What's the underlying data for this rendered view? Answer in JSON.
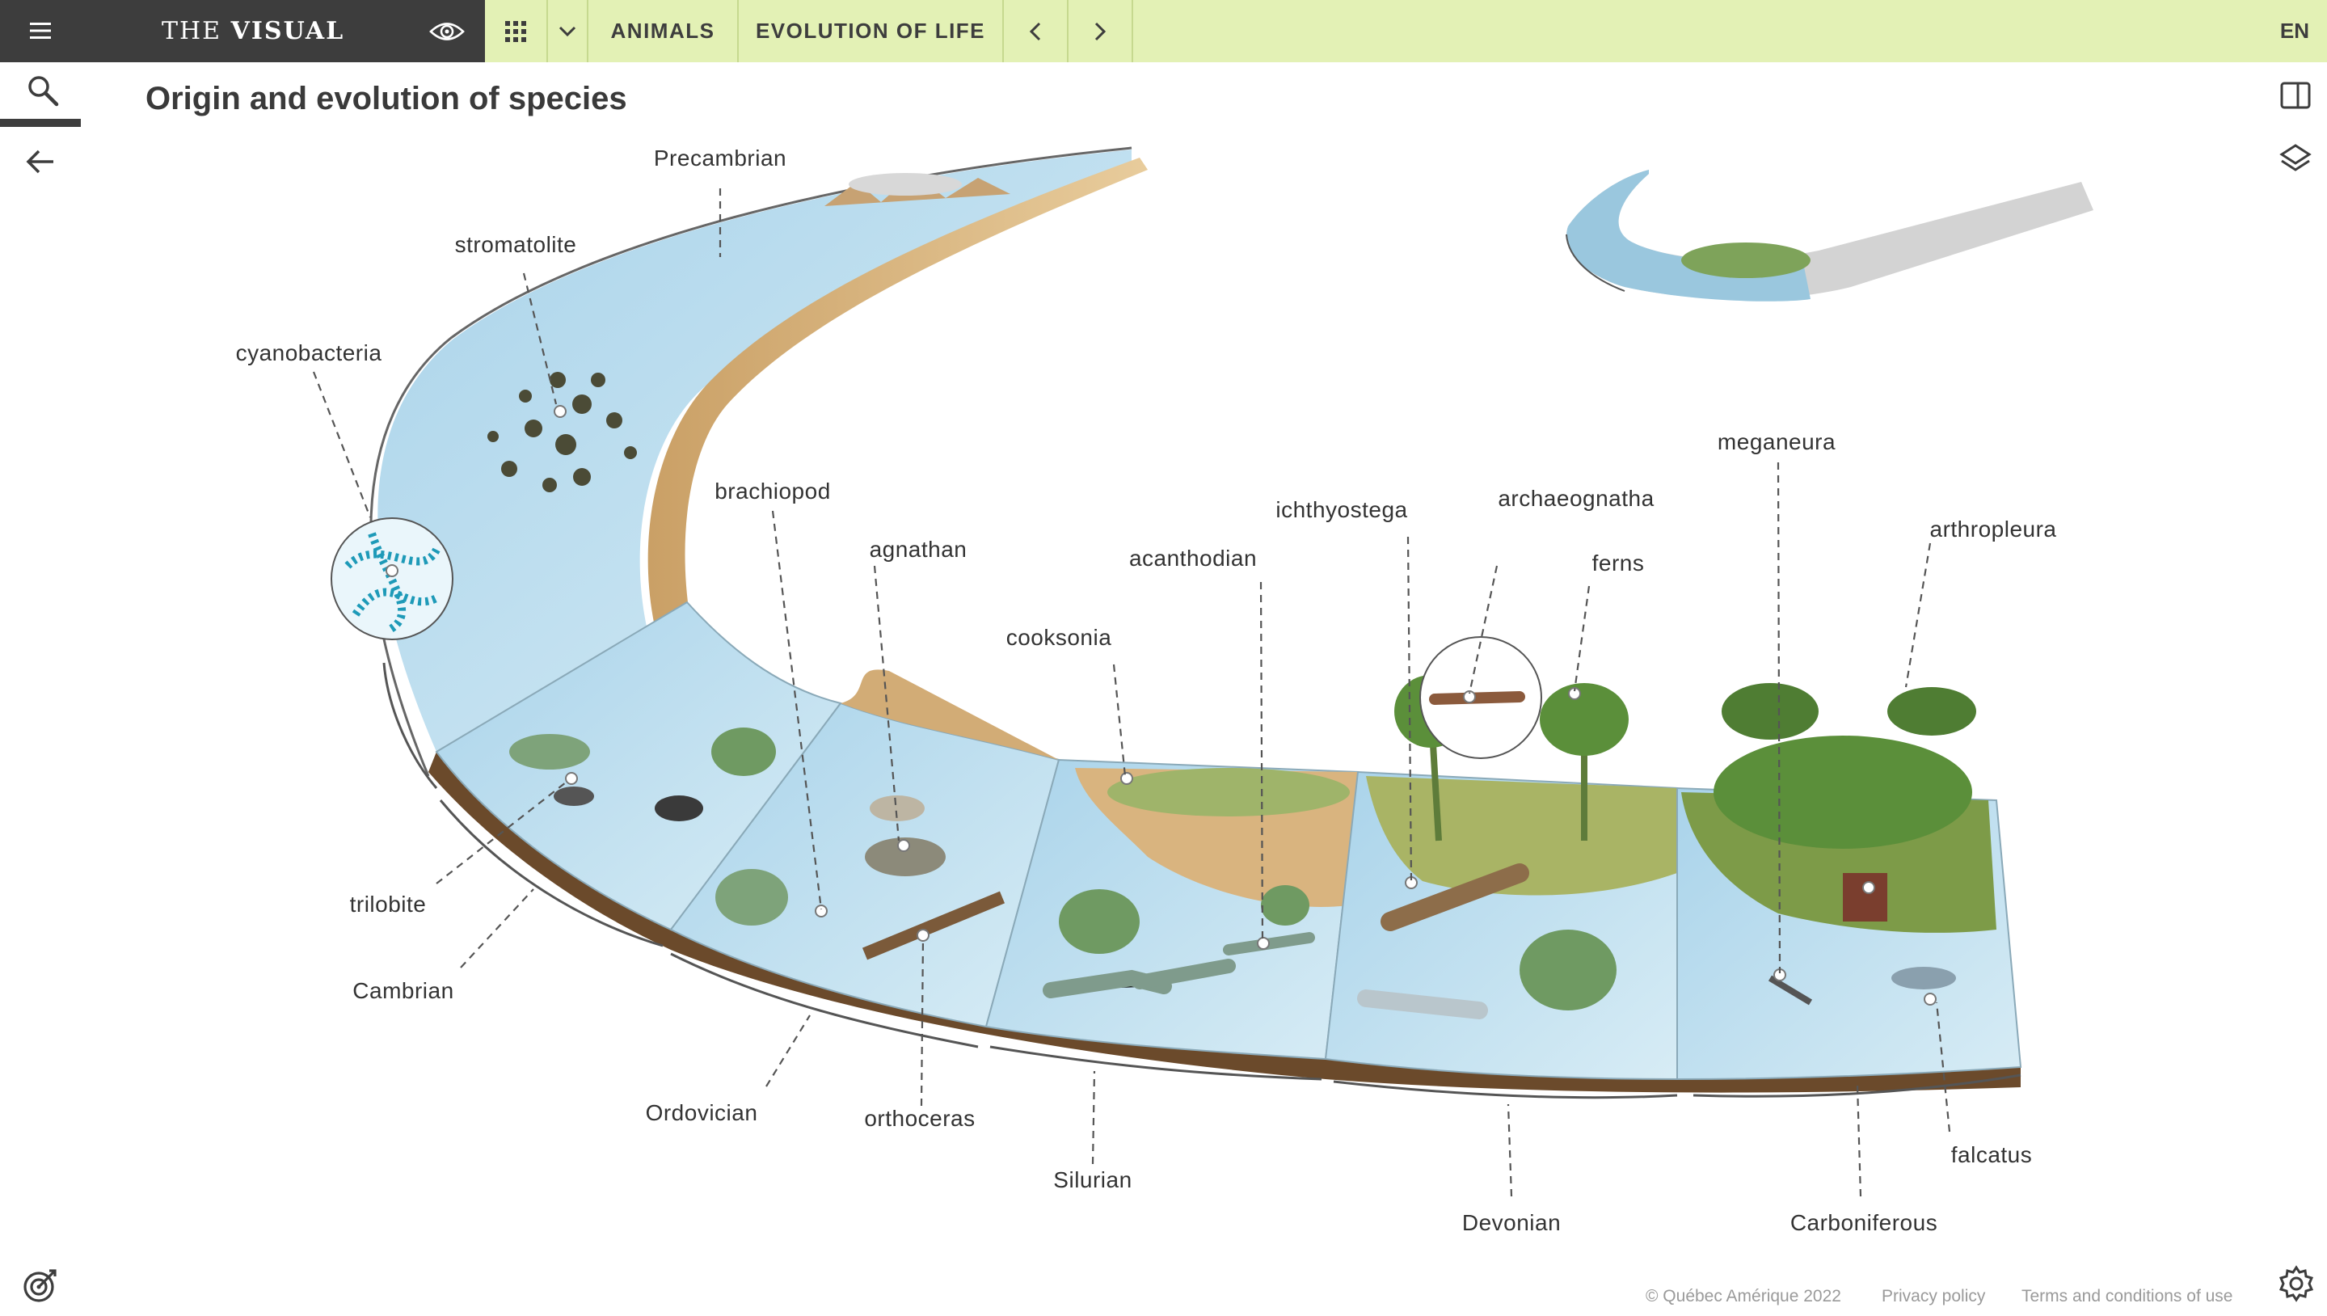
{
  "brand": {
    "prefix": "THE ",
    "strong": "VISUAL"
  },
  "nav": {
    "animals": "ANIMALS",
    "evolution": "EVOLUTION OF LIFE"
  },
  "language": "EN",
  "page": {
    "title": "Origin and evolution of species"
  },
  "labels": {
    "precambrian": "Precambrian",
    "stromatolite": "stromatolite",
    "cyanobacteria": "cyanobacteria",
    "brachiopod": "brachiopod",
    "agnathan": "agnathan",
    "cooksonia": "cooksonia",
    "acanthodian": "acanthodian",
    "ichthyostega": "ichthyostega",
    "archaeognatha": "archaeognatha",
    "ferns": "ferns",
    "meganeura": "meganeura",
    "arthropleura": "arthropleura",
    "trilobite": "trilobite",
    "cambrian": "Cambrian",
    "ordovician": "Ordovician",
    "orthoceras": "orthoceras",
    "silurian": "Silurian",
    "devonian": "Devonian",
    "carboniferous": "Carboniferous",
    "falcatus": "falcatus"
  },
  "footer": {
    "copyright": "© Québec Amérique 2022",
    "privacy": "Privacy policy",
    "terms": "Terms and conditions of use"
  },
  "colors": {
    "topbar": "#e3f1b5",
    "brand_bg": "#3d3d3d",
    "water": "#bfe0ef",
    "sand": "#d9b47f",
    "soil": "#6b4a2b",
    "vegetation": "#5b8f3a"
  }
}
